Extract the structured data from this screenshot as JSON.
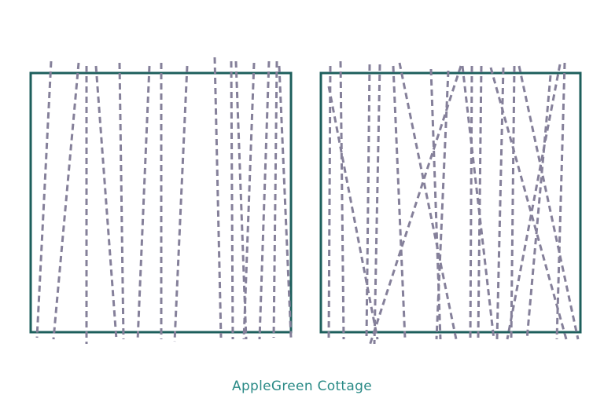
{
  "brand": {
    "caption": "AppleGreen Cottage"
  },
  "colors": {
    "frame": "#1d5f5c",
    "stitch": "#85809a",
    "caption": "#2a8a86",
    "background": "#ffffff"
  },
  "panels": [
    {
      "id": "parallel-lines",
      "description_key": "left"
    },
    {
      "id": "crossing-lines",
      "description_key": "right"
    }
  ]
}
